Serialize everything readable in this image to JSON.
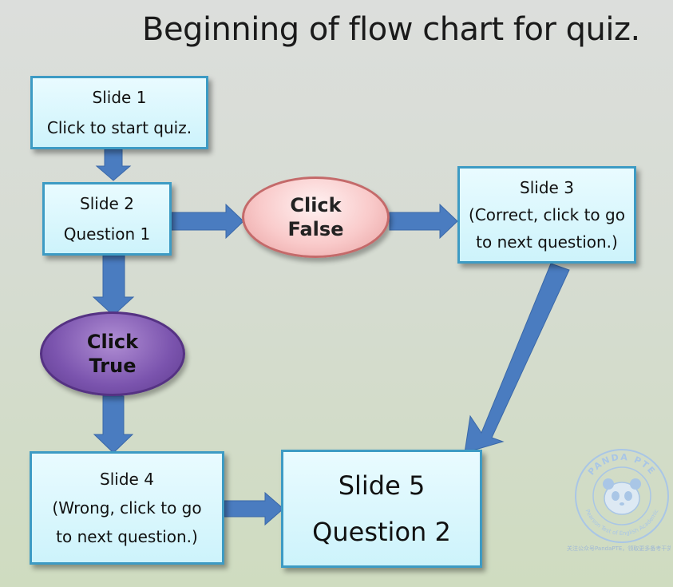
{
  "title": "Beginning of flow chart for quiz.",
  "nodes": {
    "slide1": {
      "line1": "Slide 1",
      "line2": "Click to start quiz."
    },
    "slide2": {
      "line1": "Slide 2",
      "line2": "Question 1"
    },
    "click_false": {
      "line1": "Click",
      "line2": "False"
    },
    "slide3": {
      "line1": "Slide 3",
      "line2": "(Correct, click to go",
      "line3": "to next question.)"
    },
    "click_true": {
      "line1": "Click",
      "line2": "True"
    },
    "slide4": {
      "line1": "Slide 4",
      "line2": "(Wrong, click to go",
      "line3": "to next question.)"
    },
    "slide5": {
      "line1": "Slide 5",
      "line2": "Question 2"
    }
  },
  "colors": {
    "arrow": "#4a7cc0",
    "box_border": "#3d9bc4",
    "false_oval": "#f9caca",
    "true_oval": "#7b54ae"
  },
  "watermark": {
    "top_text": "PANDA PTE",
    "ring_text": "Pearson Test of English Academic",
    "footer": "关注公众号PandaPTE，领取更多备考干货"
  }
}
